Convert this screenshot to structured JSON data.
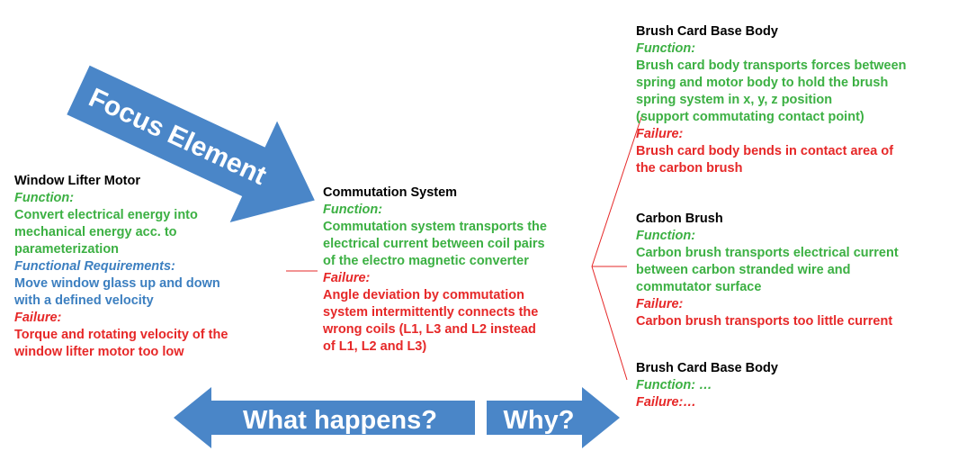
{
  "colors": {
    "function": "#3cb043",
    "failure": "#e62828",
    "requirements": "#3c7fc0",
    "arrow": "#4a86c8",
    "title": "#000000"
  },
  "arrows": {
    "focus": "Focus Element",
    "what": "What happens?",
    "why": "Why?"
  },
  "left": {
    "title": "Window Lifter Motor",
    "function_label": "Function:",
    "function_lines": [
      "Convert electrical energy into",
      "mechanical energy acc. to",
      "parameterization"
    ],
    "req_label": "Functional Requirements:",
    "req_lines": [
      "Move window glass up and down",
      "with a defined velocity"
    ],
    "failure_label": "Failure:",
    "failure_lines": [
      "Torque and rotating velocity of the",
      "window lifter motor too low"
    ]
  },
  "center": {
    "title": "Commutation System",
    "function_label": "Function:",
    "function_lines": [
      "Commutation system transports the",
      "electrical current between coil pairs",
      "of the electro magnetic converter"
    ],
    "failure_label": "Failure:",
    "failure_lines": [
      "Angle deviation by commutation",
      "system intermittently connects the",
      "wrong coils (L1, L3 and L2 instead",
      "of L1, L2 and L3)"
    ]
  },
  "right": [
    {
      "title": "Brush Card Base Body",
      "function_label": "Function:",
      "function_lines": [
        "Brush card body transports forces between",
        "spring and motor body to hold the brush",
        "spring system in x, y, z position",
        "(support commutating contact point)"
      ],
      "failure_label": "Failure:",
      "failure_lines": [
        "Brush card body bends in contact area of",
        "the carbon brush"
      ]
    },
    {
      "title": "Carbon Brush",
      "function_label": "Function:",
      "function_lines": [
        "Carbon brush transports electrical current",
        "between carbon stranded wire and",
        "commutator surface"
      ],
      "failure_label": "Failure:",
      "failure_lines": [
        "Carbon brush transports too little current"
      ]
    },
    {
      "title": "Brush Card Base Body",
      "function_label": "Function: …",
      "function_lines": [],
      "failure_label": "Failure:…",
      "failure_lines": []
    }
  ]
}
